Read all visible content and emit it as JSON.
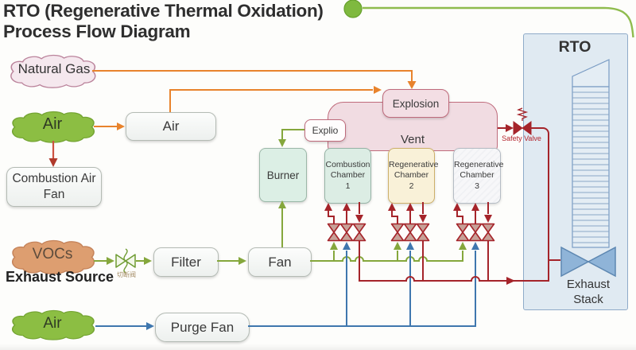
{
  "title": {
    "line1": "RTO (Regenerative Thermal Oxidation)",
    "line2": "Process Flow Diagram"
  },
  "clouds": {
    "natural_gas": "Natural Gas",
    "air_supply": "Air",
    "vocs": "VOCs",
    "air_purge": "Air"
  },
  "nodes": {
    "air_box": "Air",
    "combustion_air_fan": "Combustion Air Fan",
    "filter": "Filter",
    "fan": "Fan",
    "purge_fan": "Purge Fan",
    "burner": "Burner",
    "explio": "Explio",
    "explosion": "Explosion",
    "vent": "Vent",
    "rto": "RTO",
    "exhaust_stack": "Exhaust Stack"
  },
  "chambers": [
    {
      "line1": "Combustion",
      "line2": "Chamber",
      "line3": "1"
    },
    {
      "line1": "Regenerative",
      "line2": "Chamber",
      "line3": "2"
    },
    {
      "line1": "Regenerative",
      "line2": "Chamber",
      "line3": "3"
    }
  ],
  "labels": {
    "exhaust_source": "Exhaust Source",
    "safety_valve": "Safety Valve",
    "cutoff_valve": "切断阀"
  },
  "icons": {
    "green_dot": "green-dot-icon",
    "process_valve": "valve-icon",
    "safety_valve": "safety-valve-icon",
    "cutoff_valve": "cutoff-valve-icon",
    "butterfly_valve": "butterfly-valve-icon",
    "cloud": "cloud-shape"
  },
  "colors": {
    "orange_line": "#e8832c",
    "green_line": "#85a73c",
    "blue_line": "#3f77ae",
    "dark_red_line": "#a5242a",
    "pink_border": "#bf6b7c",
    "accent_green": "#7fb93f",
    "rto_panel": "#e0eaf2",
    "air_cloud_green": "#8cbe43",
    "vocs_cloud_tan": "#dd9e70",
    "natural_gas_cloud_pink": "#f5e8ee"
  }
}
